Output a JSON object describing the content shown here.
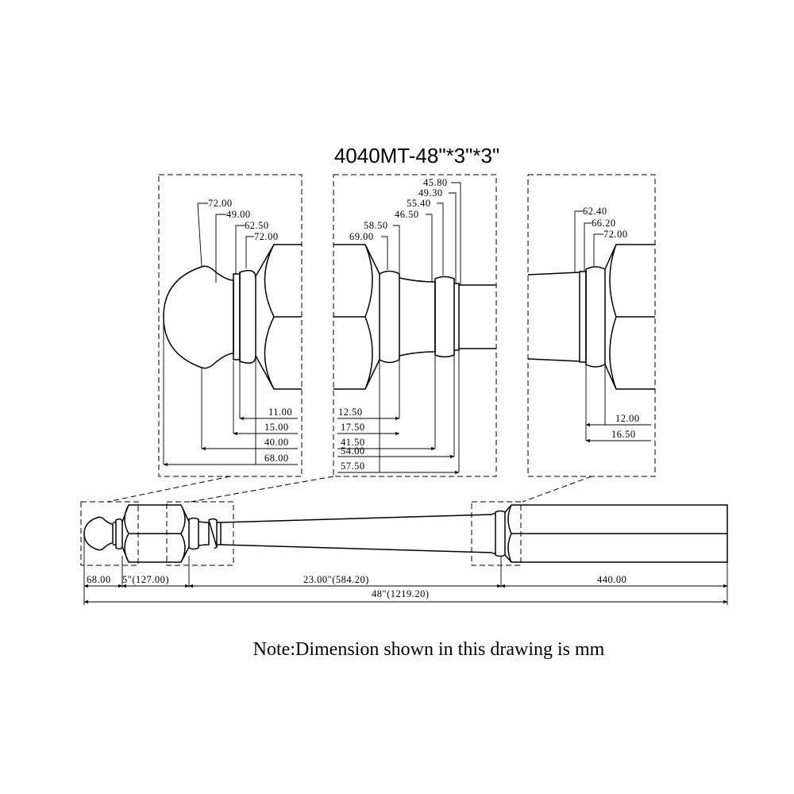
{
  "title": "4040MT-48\"*3\"*3\"",
  "note": "Note:Dimension shown in this drawing is mm",
  "detail_left": {
    "diameters": [
      "72.00",
      "49.00",
      "62.50",
      "72.00"
    ],
    "lengths": [
      "11.00",
      "15.00",
      "40.00",
      "68.00"
    ]
  },
  "detail_middle": {
    "diameters": [
      "45.80",
      "49.30",
      "55.40",
      "46.50",
      "58.50",
      "69.00"
    ],
    "lengths": [
      "12.50",
      "17.50",
      "41.50",
      "54.00",
      "57.50"
    ]
  },
  "detail_right": {
    "diameters": [
      "62.40",
      "66.20",
      "72.00"
    ],
    "lengths": [
      "12.00",
      "16.50"
    ]
  },
  "overall": {
    "seg1": "68.00",
    "seg2": "5\"(127.00)",
    "seg3": "23.00\"(584.20)",
    "seg4": "440.00",
    "total": "48\"(1219.20)"
  }
}
